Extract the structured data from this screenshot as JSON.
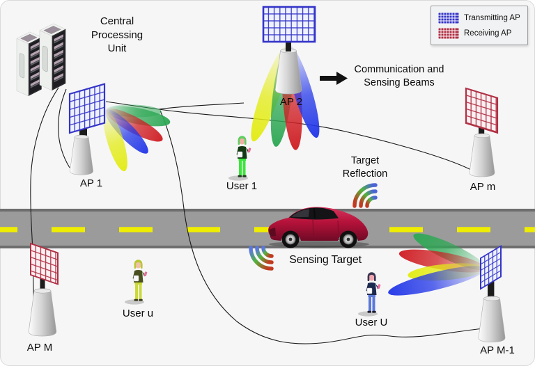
{
  "title": "Cell-free ISAC network scenario diagram",
  "legend": {
    "items": [
      {
        "id": "transmitting",
        "label": "Transmitting AP",
        "color": "#3434c8"
      },
      {
        "id": "receiving",
        "label": "Receiving AP",
        "color": "#b03044"
      }
    ]
  },
  "labels": {
    "cpu": "Central\nProcessing\nUnit",
    "ap1": "AP 1",
    "ap2": "AP 2",
    "apm": "AP m",
    "apM": "AP M",
    "apM1": "AP M-1",
    "user1": "User 1",
    "user_u": "User u",
    "user_U": "User U",
    "beams_annotation": "Communication and\nSensing Beams",
    "target_reflection": "Target\nReflection",
    "sensing_target": "Sensing Target"
  },
  "colors": {
    "beam_yellow": "#e3ec14",
    "beam_green": "#2fa855",
    "beam_red": "#cf1f24",
    "beam_blue": "#2438e8",
    "transmitting_grid": "#3434c8",
    "receiving_grid": "#b03044",
    "road_surface": "#9b9b9b",
    "road_edge": "#6e6e6e",
    "lane_marking": "#f0ee00",
    "car_body": "#b5123a"
  }
}
